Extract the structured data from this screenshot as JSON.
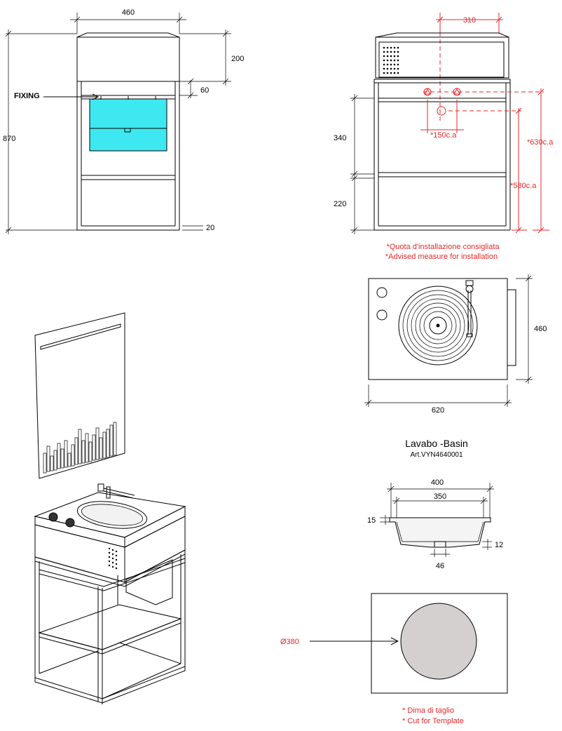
{
  "front_view": {
    "width": "460",
    "height_total": "870",
    "top_height": "200",
    "fixing_height": "60",
    "base_thickness": "20",
    "fixing_label": "FIXING"
  },
  "side_view": {
    "width_top": "310",
    "height_340": "340",
    "height_220": "220",
    "note_150": "*150c.a",
    "note_630": "*630c.a",
    "note_580": "*580c.a",
    "note_it": "*Quota d'installazione consigliata",
    "note_en": "*Advised measure for installation"
  },
  "plan_view": {
    "depth": "460",
    "width": "620"
  },
  "basin": {
    "title": "Lavabo -Basin",
    "code": "Art.VYN4640001",
    "outer_width": "400",
    "inner_width": "350",
    "rim": "15",
    "bottom": "12",
    "drain": "46"
  },
  "template": {
    "diameter": "Ø380",
    "note_it": "* Dima di taglio",
    "note_en": "* Cut for Template"
  },
  "colors": {
    "line": "#000000",
    "accent_red": "#e8272a",
    "drawer_cyan": "#3ee8f0",
    "template_fill": "#d4d0d0"
  }
}
